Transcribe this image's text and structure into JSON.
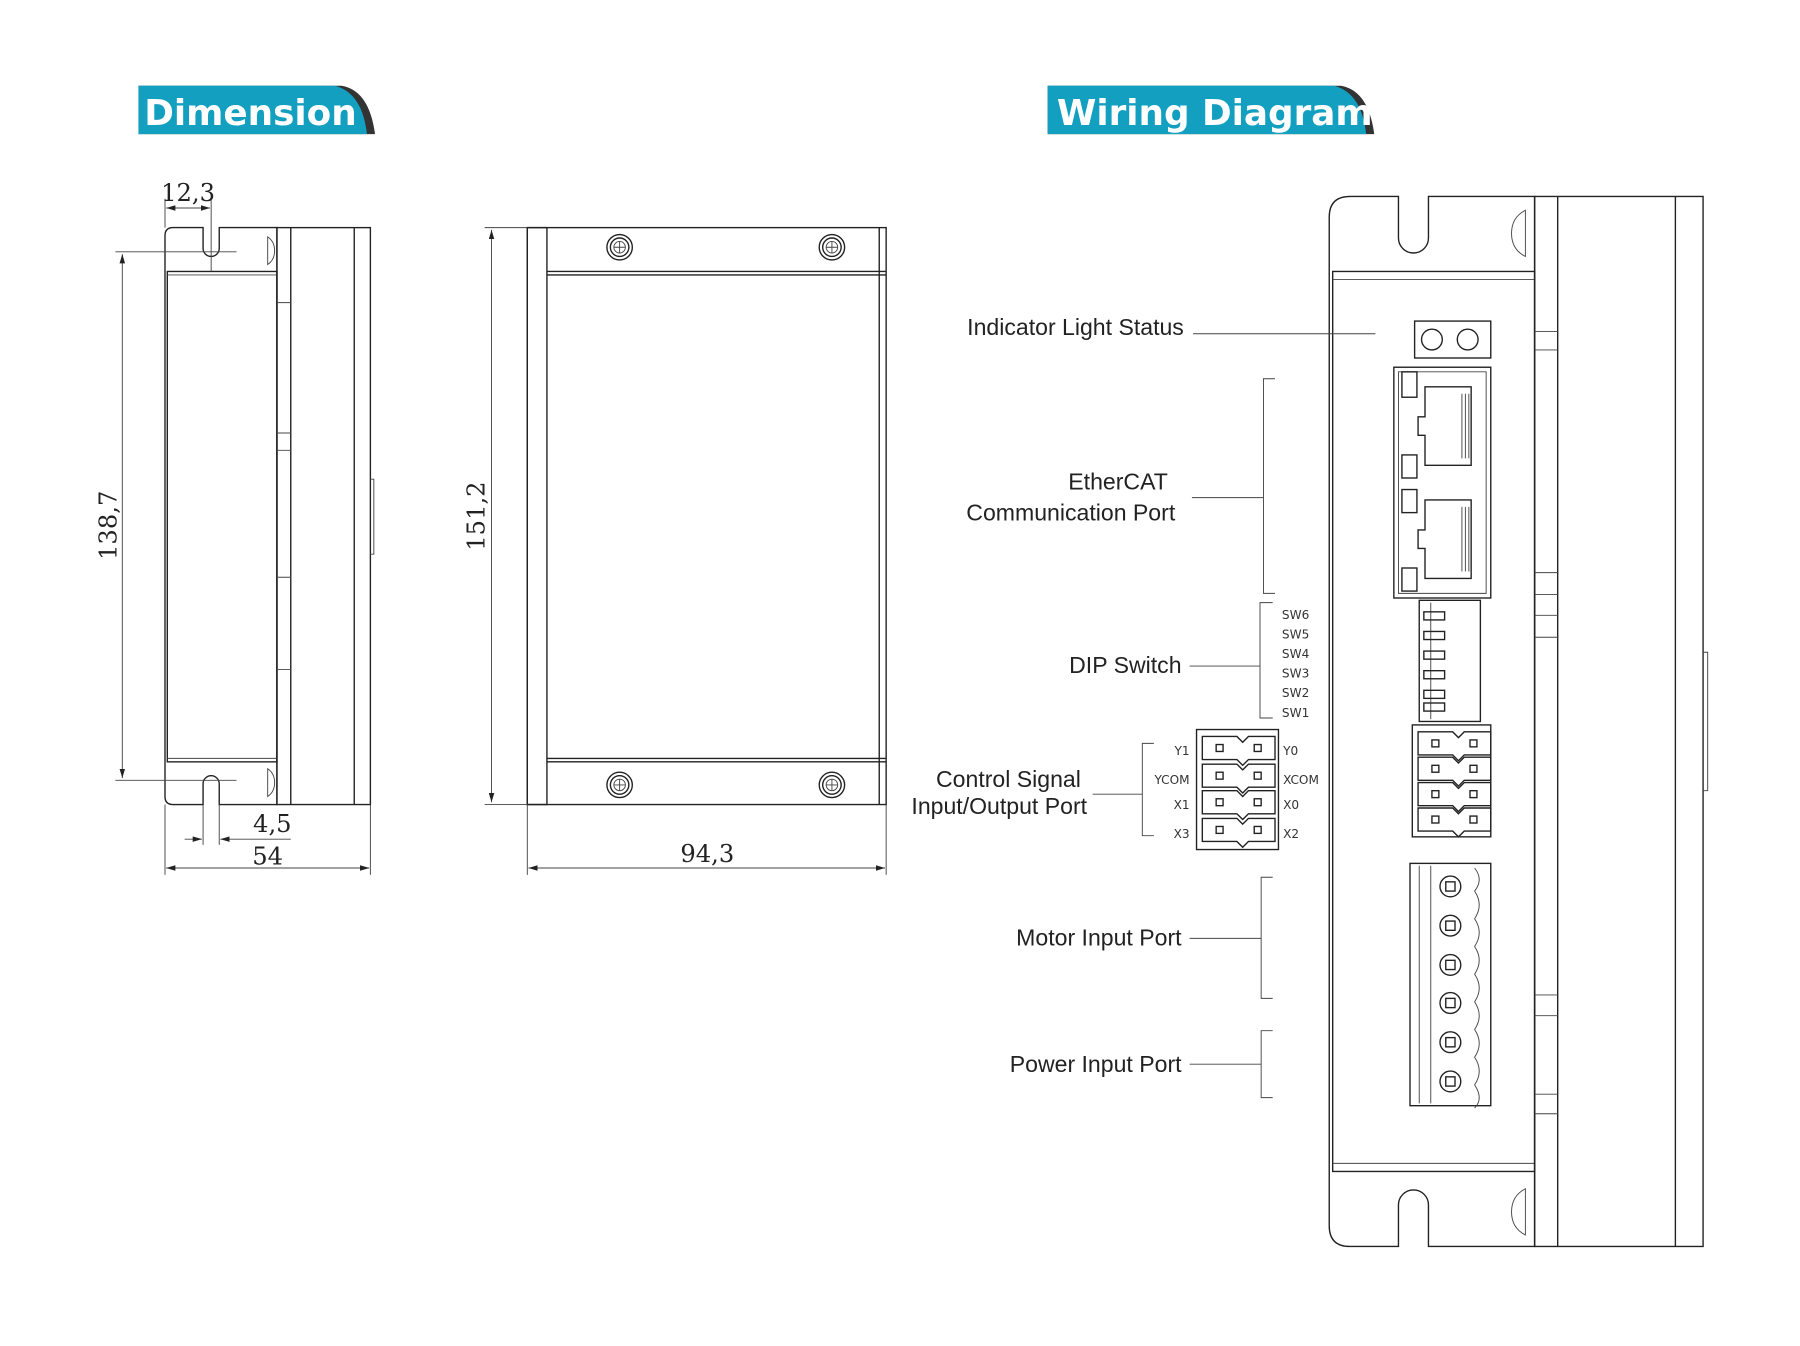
{
  "colors": {
    "banner": "#139fc0",
    "banner_edge": "#333333",
    "line": "#222222"
  },
  "dimension": {
    "title": "Dimension",
    "side_view": {
      "top_offset": "12,3",
      "height": "138,7",
      "slot_width": "4,5",
      "depth": "54"
    },
    "front_view": {
      "height": "151,2",
      "width": "94,3"
    }
  },
  "wiring": {
    "title": "Wiring Diagram",
    "labels": {
      "indicator": "Indicator Light Status",
      "ethercat_1": "EtherCAT",
      "ethercat_2": "Communication Port",
      "dip": "DIP Switch",
      "control_1": "Control Signal",
      "control_2": "Input/Output Port",
      "motor": "Motor Input Port",
      "power": "Power Input Port"
    },
    "dip_switches": [
      "SW6",
      "SW5",
      "SW4",
      "SW3",
      "SW2",
      "SW1"
    ],
    "control_pins_left": [
      "Y1",
      "YCOM",
      "X1",
      "X3"
    ],
    "control_pins_right": [
      "Y0",
      "XCOM",
      "X0",
      "X2"
    ]
  }
}
